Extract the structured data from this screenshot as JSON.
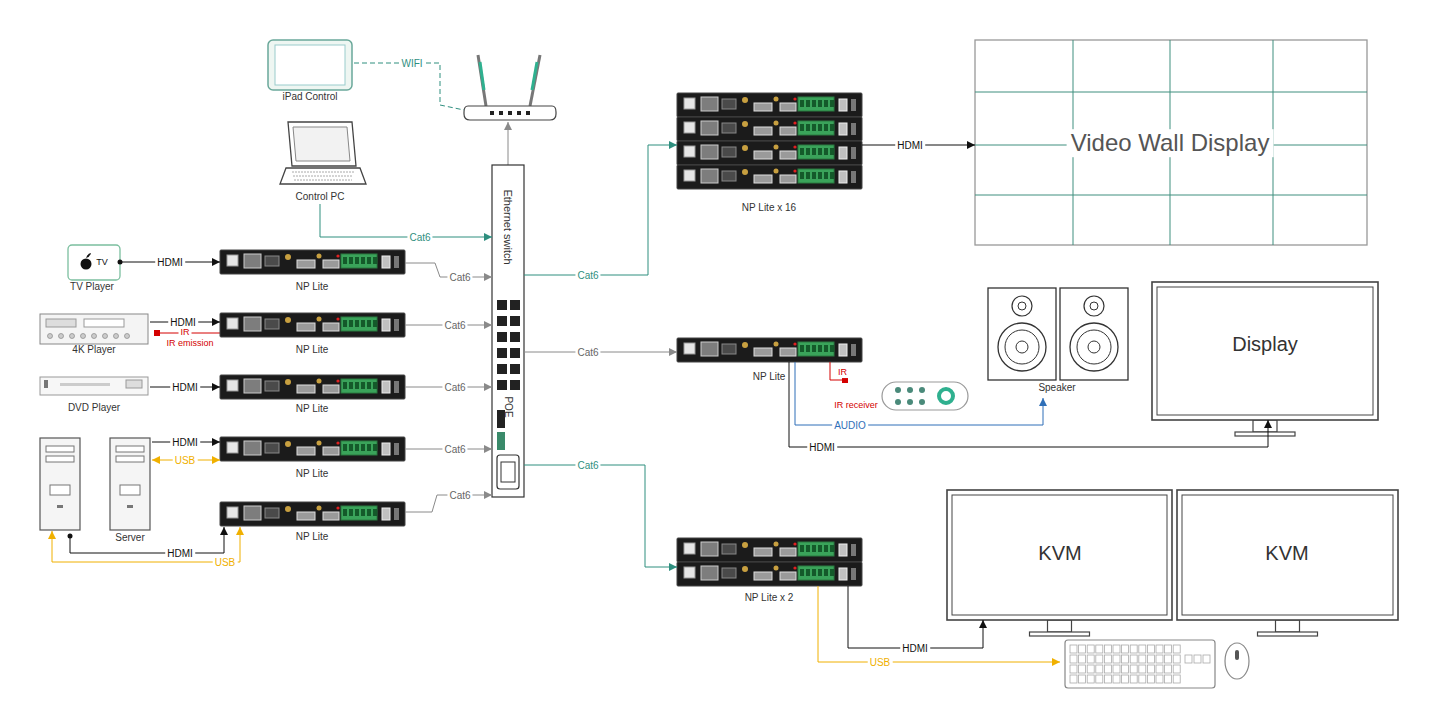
{
  "diagram": {
    "nodes": [
      {
        "text": [
          "iPad Control"
        ]
      },
      {
        "text": [
          "Control PC"
        ]
      },
      {
        "text": [
          "Ethernet switch",
          "POE"
        ]
      },
      {
        "text": [
          "TV",
          "TV Player"
        ]
      },
      {
        "text": [
          "NP Lite"
        ]
      },
      {
        "text": [
          "4K Player"
        ]
      },
      {
        "text": [
          "NP Lite"
        ]
      },
      {
        "text": [
          "DVD Player"
        ]
      },
      {
        "text": [
          "NP Lite"
        ]
      },
      {
        "text": [
          "Server"
        ]
      },
      {
        "text": [
          "NP Lite"
        ]
      },
      {
        "text": [
          "NP Lite"
        ]
      },
      {
        "text": [
          "NP Lite x 16"
        ]
      },
      {
        "text": [
          "Video Wall Display"
        ]
      },
      {
        "text": [
          "NP Lite"
        ]
      },
      {
        "text": [
          "Speaker"
        ]
      },
      {
        "text": [
          "Display"
        ]
      },
      {
        "text": [
          "NP Lite x 2"
        ]
      },
      {
        "text": [
          "KVM"
        ]
      },
      {
        "text": [
          "KVM"
        ]
      }
    ],
    "edges": [
      {
        "from": 1,
        "to": 2,
        "label": "Cat6",
        "arrow": "to"
      },
      {
        "from": 3,
        "to": 4,
        "label": "HDMI",
        "arrow": "to"
      },
      {
        "from": 4,
        "to": 2,
        "label": "Cat6",
        "arrow": "to"
      },
      {
        "from": 5,
        "to": 6,
        "label": "HDMI",
        "arrow": "to"
      },
      {
        "from": 6,
        "to": 2,
        "label": "Cat6",
        "arrow": "to"
      },
      {
        "from": 7,
        "to": 8,
        "label": "HDMI",
        "arrow": "to"
      },
      {
        "from": 8,
        "to": 2,
        "label": "Cat6",
        "arrow": "to"
      },
      {
        "from": 9,
        "to": 10,
        "label": "HDMI",
        "arrow": "to"
      },
      {
        "from": 9,
        "to": 10,
        "label": "USB",
        "arrow": "both"
      },
      {
        "from": 10,
        "to": 2,
        "label": "Cat6",
        "arrow": "to"
      },
      {
        "from": 11,
        "to": 2,
        "label": "Cat6",
        "arrow": "to"
      },
      {
        "from": 2,
        "to": 12,
        "label": "Cat6",
        "arrow": "to"
      },
      {
        "from": 12,
        "to": 13,
        "label": "HDMI",
        "arrow": "to"
      },
      {
        "from": 2,
        "to": 14,
        "label": "Cat6",
        "arrow": "to"
      },
      {
        "from": 14,
        "to": 15,
        "label": "AUDIO",
        "arrow": "to"
      },
      {
        "from": 14,
        "to": 16,
        "label": "HDMI",
        "arrow": "to"
      },
      {
        "from": 2,
        "to": 17,
        "label": "Cat6",
        "arrow": "to"
      },
      {
        "from": 17,
        "to": 18,
        "label": "HDMI",
        "arrow": "to"
      }
    ],
    "labels": [
      "WIFI",
      "IR",
      "IR emission",
      "HDMI",
      "USB",
      "IR",
      "IR receiver",
      "USB"
    ]
  }
}
